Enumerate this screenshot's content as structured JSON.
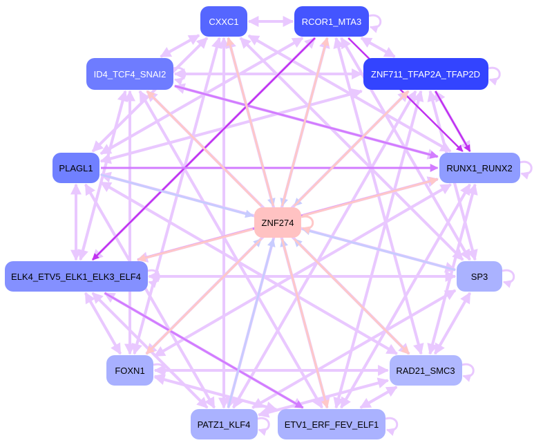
{
  "nodes": [
    {
      "id": "CXXC1",
      "label": "CXXC1",
      "fill": "#5566ff",
      "text": "#ffffff"
    },
    {
      "id": "RCOR1_MTA3",
      "label": "RCOR1_MTA3",
      "fill": "#4455ff",
      "text": "#ffffff"
    },
    {
      "id": "ID4_TCF4_SNAI2",
      "label": "ID4_TCF4_SNAI2",
      "fill": "#6e7cff",
      "text": "#ffffff"
    },
    {
      "id": "ZNF711_TFAP2A_TFAP2D",
      "label": "ZNF711_TFAP2A_TFAP2D",
      "fill": "#3344ff",
      "text": "#ffffff"
    },
    {
      "id": "PLAGL1",
      "label": "PLAGL1",
      "fill": "#7080ff",
      "text": "#000000"
    },
    {
      "id": "RUNX1_RUNX2",
      "label": "RUNX1_RUNX2",
      "fill": "#8f9cff",
      "text": "#000000"
    },
    {
      "id": "ZNF274",
      "label": "ZNF274",
      "fill": "#ffc2c2",
      "text": "#000000"
    },
    {
      "id": "ELK4_ETV5_ELK1_ELK3_ELF4",
      "label": "ELK4_ETV5_ELK1_ELK3_ELF4",
      "fill": "#8490ff",
      "text": "#000000"
    },
    {
      "id": "SP3",
      "label": "SP3",
      "fill": "#aab2ff",
      "text": "#000000"
    },
    {
      "id": "FOXN1",
      "label": "FOXN1",
      "fill": "#a8b0ff",
      "text": "#000000"
    },
    {
      "id": "RAD21_SMC3",
      "label": "RAD21_SMC3",
      "fill": "#b0b8ff",
      "text": "#000000"
    },
    {
      "id": "PATZ1_KLF4",
      "label": "PATZ1_KLF4",
      "fill": "#aab2ff",
      "text": "#000000"
    },
    {
      "id": "ETV1_ERF_FEV_ELF1",
      "label": "ETV1_ERF_FEV_ELF1",
      "fill": "#aab2ff",
      "text": "#000000"
    }
  ],
  "edge_colors": {
    "light": "#e9c8ff",
    "strong": "#c030f0",
    "medium": "#d27cff",
    "blue": "#c8ccff",
    "pink": "#ffc8c8"
  },
  "edges": [
    [
      "RCOR1_MTA3",
      "RUNX1_RUNX2",
      "strong"
    ],
    [
      "ZNF711_TFAP2A_TFAP2D",
      "RUNX1_RUNX2",
      "strong"
    ],
    [
      "RCOR1_MTA3",
      "ELK4_ETV5_ELK1_ELK3_ELF4",
      "strong"
    ],
    [
      "ID4_TCF4_SNAI2",
      "RUNX1_RUNX2",
      "medium"
    ],
    [
      "PLAGL1",
      "RUNX1_RUNX2",
      "medium"
    ],
    [
      "ELK4_ETV5_ELK1_ELK3_ELF4",
      "RUNX1_RUNX2",
      "medium"
    ],
    [
      "ELK4_ETV5_ELK1_ELK3_ELF4",
      "ETV1_ERF_FEV_ELF1",
      "medium"
    ],
    [
      "PLAGL1",
      "ZNF274",
      "blue"
    ],
    [
      "SP3",
      "ZNF274",
      "blue"
    ],
    [
      "FOXN1",
      "ZNF274",
      "blue"
    ],
    [
      "PATZ1_KLF4",
      "ZNF274",
      "blue"
    ],
    [
      "ETV1_ERF_FEV_ELF1",
      "ZNF274",
      "blue"
    ],
    [
      "RAD21_SMC3",
      "ZNF274",
      "blue"
    ],
    [
      "ZNF711_TFAP2A_TFAP2D",
      "ZNF274",
      "blue"
    ],
    [
      "RCOR1_MTA3",
      "ZNF274",
      "blue"
    ],
    [
      "CXXC1",
      "ZNF274",
      "blue"
    ],
    [
      "ZNF274",
      "ELK4_ETV5_ELK1_ELK3_ELF4",
      "pink"
    ],
    [
      "ZNF274",
      "FOXN1",
      "pink"
    ],
    [
      "ZNF274",
      "RUNX1_RUNX2",
      "pink"
    ],
    [
      "ZNF274",
      "ZNF711_TFAP2A_TFAP2D",
      "pink"
    ],
    [
      "ZNF274",
      "RCOR1_MTA3",
      "pink"
    ],
    [
      "ZNF274",
      "CXXC1",
      "pink"
    ],
    [
      "ZNF274",
      "ID4_TCF4_SNAI2",
      "pink"
    ],
    [
      "ZNF274",
      "ETV1_ERF_FEV_ELF1",
      "pink"
    ],
    [
      "ZNF274",
      "RAD21_SMC3",
      "pink"
    ]
  ],
  "self_loops": [
    "RCOR1_MTA3",
    "ZNF711_TFAP2A_TFAP2D",
    "RUNX1_RUNX2",
    "SP3",
    "RAD21_SMC3",
    "ETV1_ERF_FEV_ELF1",
    "PATZ1_KLF4",
    "FOXN1",
    "ZNF274",
    "ID4_TCF4_SNAI2",
    "ELK4_ETV5_ELK1_ELK3_ELF4"
  ]
}
